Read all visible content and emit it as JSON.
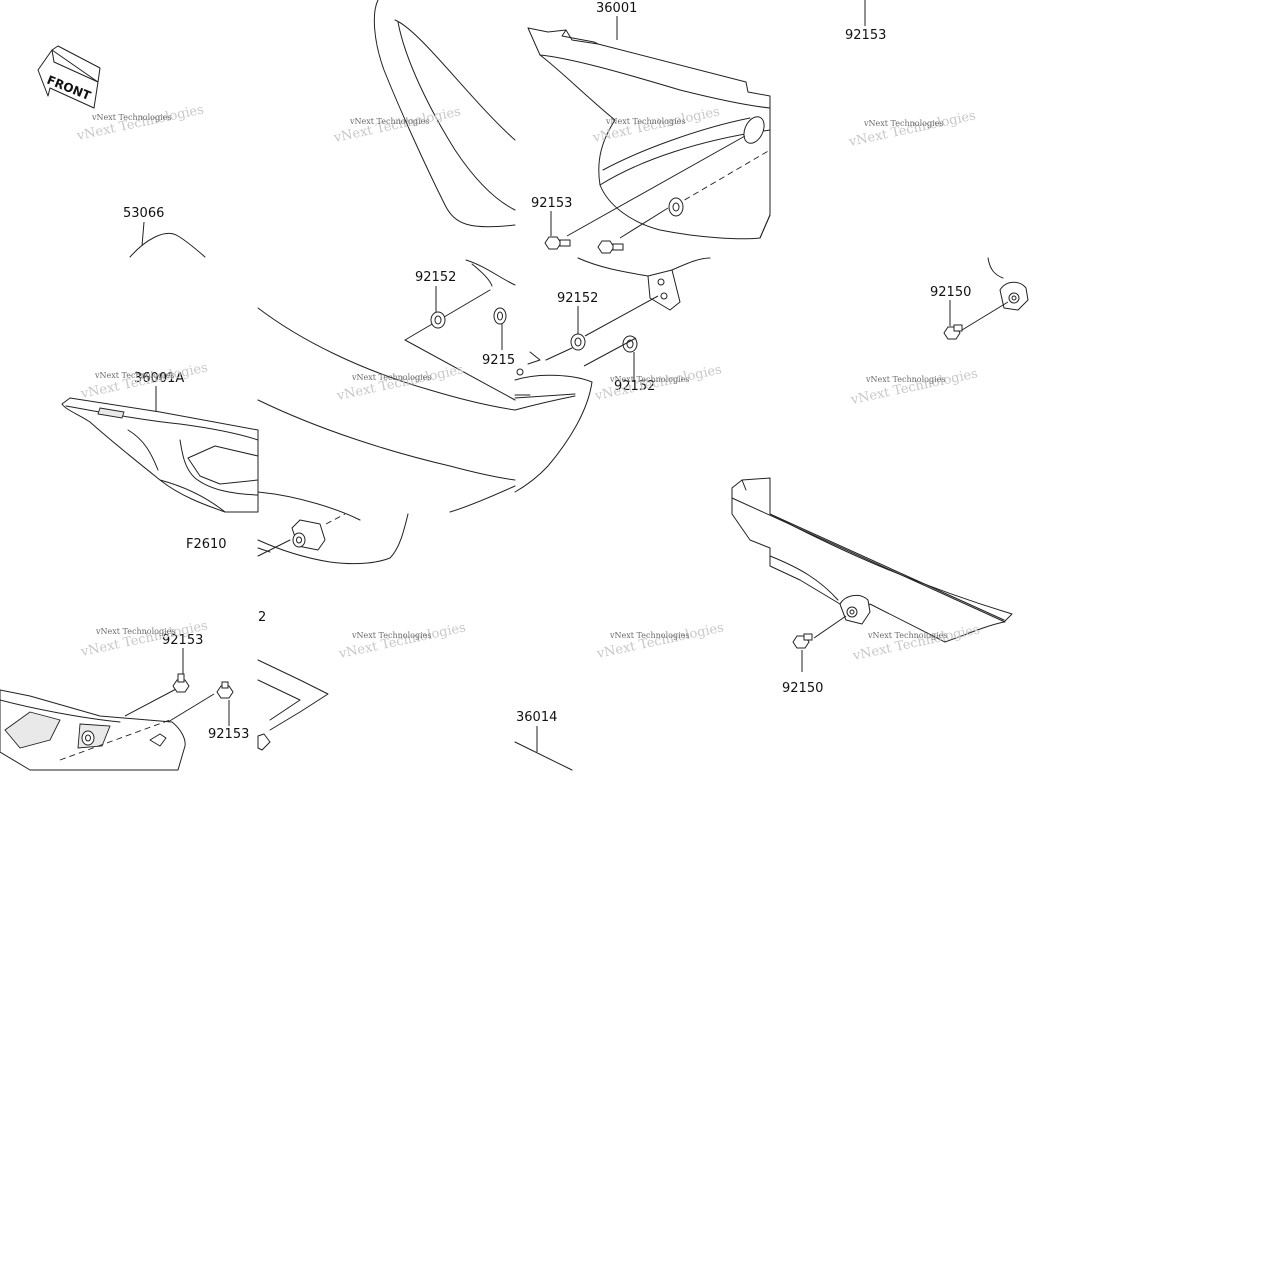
{
  "front_marker": {
    "label": "FRONT"
  },
  "figure_code": "F2610",
  "parts": {
    "p36001": "36001",
    "p92153_top_right": "92153",
    "p53066": "53066",
    "p36001A": "36001A",
    "p92153_center": "92153",
    "p92152_left": "92152",
    "p92152_center": "92152",
    "p9215_partial": "9215",
    "p92152_right": "92152",
    "p92150_right": "92150",
    "p92150_bottom": "92150",
    "p92153_bottom_left_a": "92153",
    "p92153_bottom_left_b": "92153",
    "p36014": "36014",
    "p_partial_2": "2"
  },
  "watermark": {
    "line1": "vNext Technologies",
    "line2": "vNext Technologies"
  }
}
